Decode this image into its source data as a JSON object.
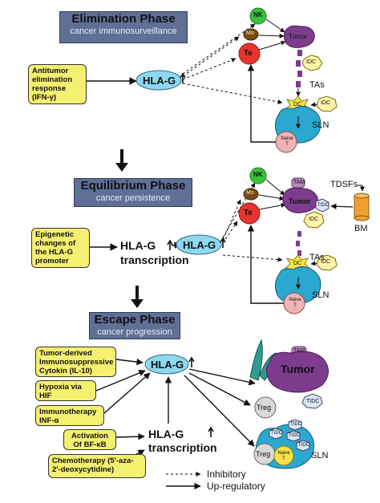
{
  "phases": [
    {
      "title": "Elimination Phase",
      "subtitle": "cancer immunosurveillance"
    },
    {
      "title": "Equilibrium Phase",
      "subtitle": "cancer persistence"
    },
    {
      "title": "Escape Phase",
      "subtitle": "cancer progression"
    }
  ],
  "inputs": {
    "antitumor": "Antitumor elimination response (IFN-γ)",
    "epigenetic": "Epigenetic changes of the HLA-G promoter",
    "tumor_cytokin": "Tumor-derived Immunosuppressive Cytokin (IL-10)",
    "hypoxia": "Hypoxia via HIF",
    "immunotherapy": "Immunotherapy INF-α",
    "nfkb": "Activation Of BF-κB",
    "chemo": "Chemotherapy (5'-aza-2'-deoxycytidine)"
  },
  "labels": {
    "hla_g": "HLA-G",
    "hla_g_transcription_line1": "HLA-G",
    "hla_g_transcription_line2": "transcription",
    "nk": "NK",
    "mo": "Mo",
    "te": "Te",
    "tumor": "Tumor",
    "idc": "IDC",
    "dc": "DC",
    "tas": "TAs",
    "sln": "SLN",
    "naive_t": "Naive T",
    "tam": "TAM",
    "tdsfs": "TDSFs",
    "bm": "BM",
    "treg": "Treg",
    "tidc": "TIDC"
  },
  "legend": {
    "inhibitory": "Inhibitory",
    "up_regulatory": "Up-regulatory"
  },
  "colors": {
    "phase_box": "#5f6f96",
    "yellow_box": "#f4f070",
    "hla_g_ellipse": "#8fd8ef",
    "nk_cell": "#36c23a",
    "te_cell": "#e8332e",
    "tumor": "#7e3c8e",
    "dc": "#f6e34a",
    "sln": "#2aa8d0",
    "naive_t": "#f1b3b3",
    "bm": "#f0a030"
  }
}
